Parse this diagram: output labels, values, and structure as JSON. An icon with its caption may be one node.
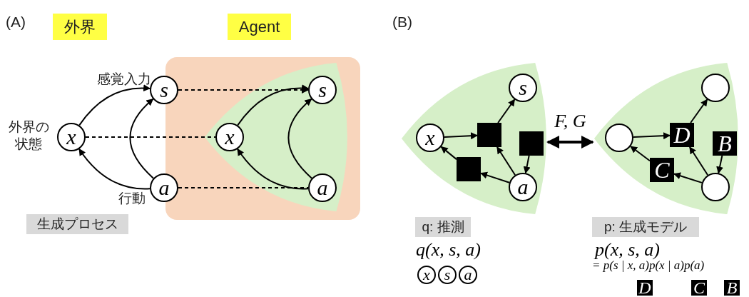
{
  "diagram": {
    "nodes": [
      {
        "text": [],
        "shape": "box"
      },
      {
        "text": [],
        "shape": "sector",
        "in": 0
      },
      {
        "text": [
          "x"
        ],
        "beside": [
          "外界の状態"
        ]
      },
      {
        "text": [
          "s"
        ],
        "beside": [
          "感覚入力"
        ]
      },
      {
        "text": [
          "a"
        ],
        "beside": [
          "行動"
        ]
      },
      {
        "text": [
          "x"
        ],
        "in": 1
      },
      {
        "text": [
          "s"
        ],
        "in": 1
      },
      {
        "text": [
          "a"
        ],
        "in": 1
      },
      {
        "text": [],
        "shape": "sector"
      },
      {
        "text": [
          "x"
        ],
        "in": 8
      },
      {
        "text": [
          "s"
        ],
        "in": 8
      },
      {
        "text": [
          "a"
        ],
        "in": 8
      },
      {
        "text": [],
        "shape": "box",
        "in": 8
      },
      {
        "text": [],
        "shape": "box",
        "in": 8
      },
      {
        "text": [],
        "shape": "box",
        "in": 8
      },
      {
        "text": [],
        "shape": "sector"
      },
      {
        "text": [],
        "shape": "circle",
        "in": 15
      },
      {
        "text": [],
        "shape": "circle",
        "in": 15
      },
      {
        "text": [],
        "shape": "circle",
        "in": 15
      },
      {
        "text": [
          "D"
        ],
        "in": 15
      },
      {
        "text": [
          "C"
        ],
        "in": 15
      },
      {
        "text": [
          "B"
        ],
        "in": 15
      },
      {
        "text": [
          "x"
        ]
      },
      {
        "text": [
          "s"
        ]
      },
      {
        "text": [
          "a"
        ]
      },
      {
        "text": [
          "D"
        ]
      },
      {
        "text": [
          "C"
        ]
      },
      {
        "text": [
          "B"
        ]
      }
    ],
    "edges": [
      {
        "from": 2,
        "to": 3,
        "arrow": "to"
      },
      {
        "from": 4,
        "to": 3,
        "arrow": "to"
      },
      {
        "from": 4,
        "to": 2,
        "arrow": "to"
      },
      {
        "from": 3,
        "to": 6,
        "arrow": "to",
        "style": "dashed"
      },
      {
        "from": 2,
        "to": 5,
        "arrow": "none",
        "style": "dashed"
      },
      {
        "from": 4,
        "to": 7,
        "arrow": "none",
        "style": "dashed"
      },
      {
        "from": 5,
        "to": 6,
        "arrow": "to"
      },
      {
        "from": 7,
        "to": 6,
        "arrow": "to"
      },
      {
        "from": 7,
        "to": 5,
        "arrow": "to"
      },
      {
        "from": 9,
        "to": 12,
        "arrow": "to"
      },
      {
        "from": 12,
        "to": 10,
        "arrow": "to"
      },
      {
        "from": 11,
        "to": 12,
        "arrow": "to"
      },
      {
        "from": 11,
        "to": 13,
        "arrow": "to"
      },
      {
        "from": 13,
        "to": 9,
        "arrow": "to"
      },
      {
        "from": 14,
        "to": 11,
        "arrow": "to"
      },
      {
        "from": 16,
        "to": 19,
        "arrow": "to"
      },
      {
        "from": 19,
        "to": 17,
        "arrow": "to"
      },
      {
        "from": 18,
        "to": 19,
        "arrow": "to"
      },
      {
        "from": 18,
        "to": 20,
        "arrow": "to"
      },
      {
        "from": 20,
        "to": 16,
        "arrow": "to"
      },
      {
        "from": 21,
        "to": 18,
        "arrow": "to"
      },
      {
        "from": 8,
        "to": 15,
        "arrow": "both",
        "label": "F, G",
        "style": "thick"
      }
    ],
    "labels": [
      "(A)",
      "外界",
      "Agent",
      "生成プロセス",
      "(B)",
      "q: 推測",
      "q(x, s, a)",
      "p: 生成モデル",
      "p(x, s, a)",
      "= p(s | x, a)p(x | a)p(a)"
    ]
  }
}
